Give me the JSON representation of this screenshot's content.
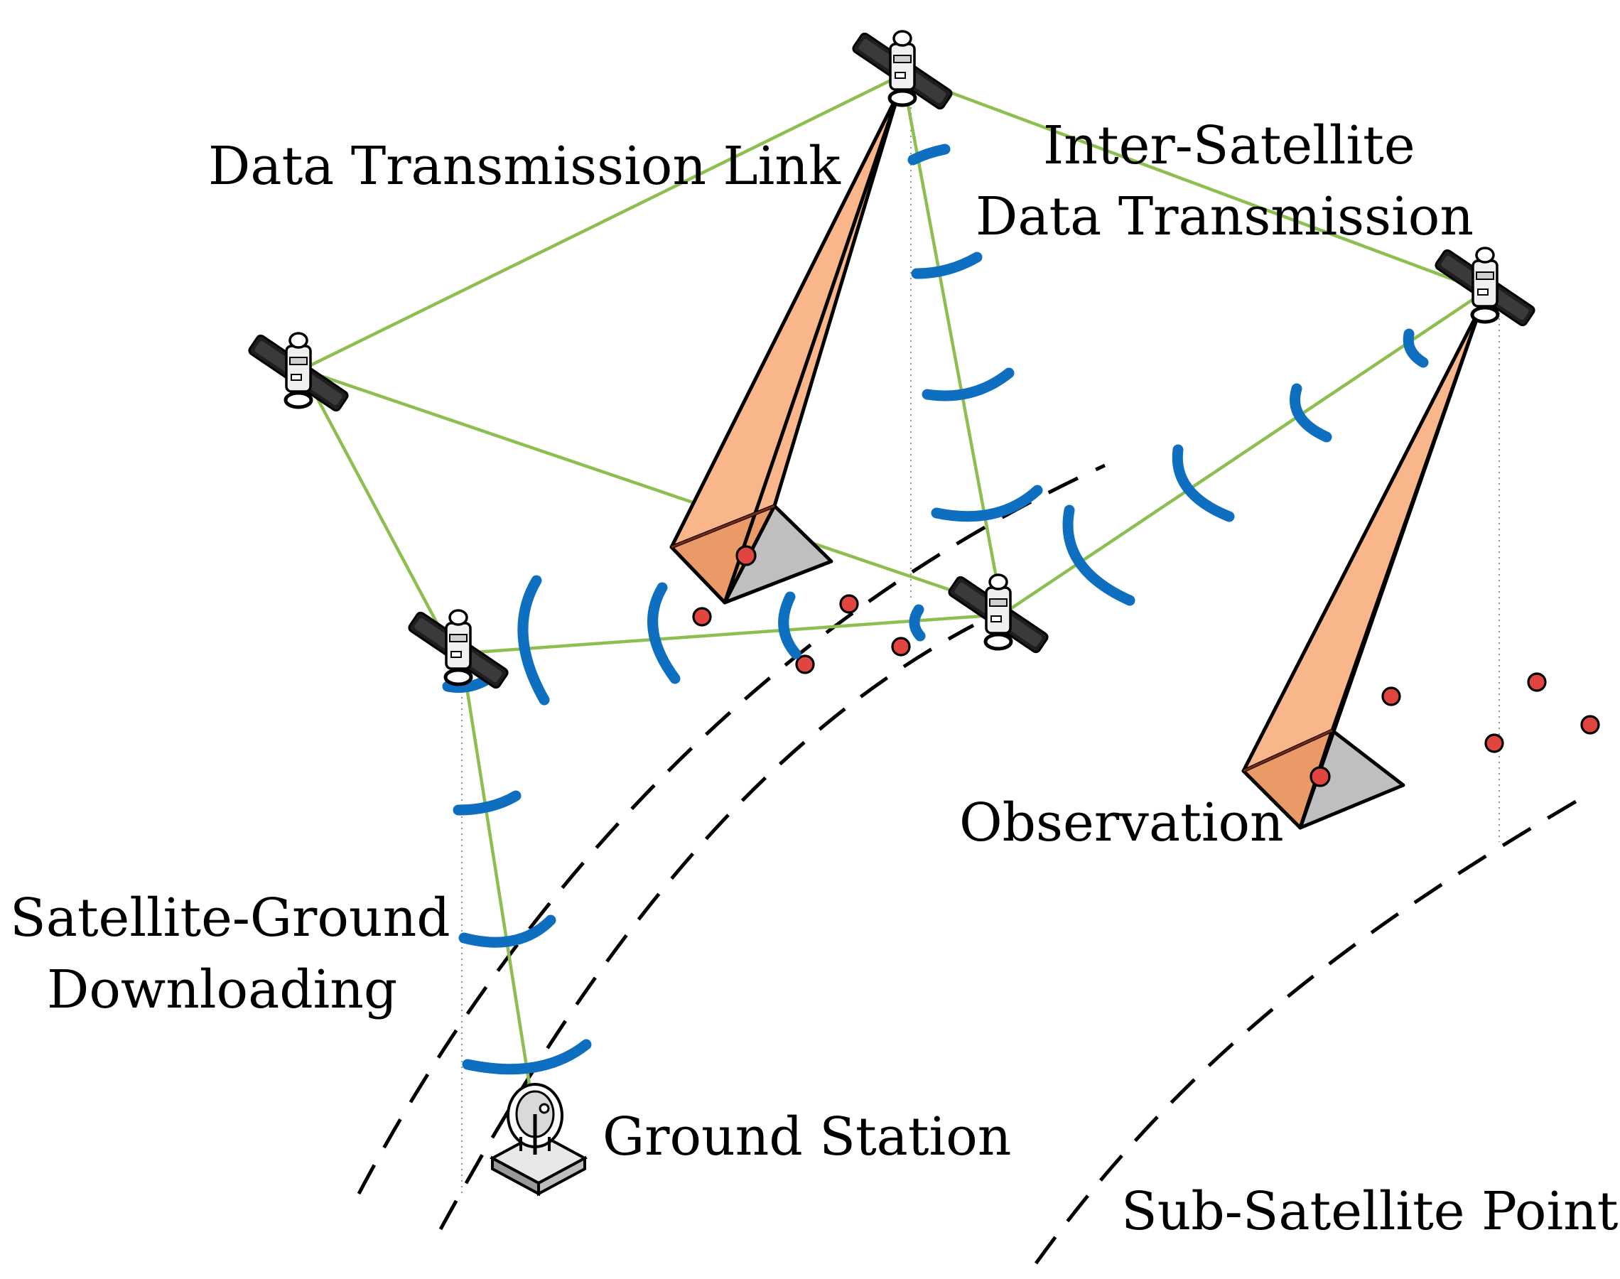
{
  "labels": {
    "data_transmission_link": "Data Transmission Link",
    "inter_satellite_line1": "Inter-Satellite",
    "inter_satellite_line2": "Data Transmission",
    "observation": "Observation",
    "satellite_ground_line1": "Satellite-Ground",
    "satellite_ground_line2": "Downloading",
    "ground_station": "Ground Station",
    "sub_satellite_point": "Sub-Satellite Point"
  },
  "colors": {
    "link_line": "#8cbf4f",
    "signal_wave": "#0e6fc0",
    "sensor_beam": "#f9b68a",
    "footprint": "#bfbfbf",
    "target_dot": "#e0463f"
  },
  "icons": {
    "satellite": "satellite-icon",
    "ground_station": "ground-station-dish-icon"
  }
}
